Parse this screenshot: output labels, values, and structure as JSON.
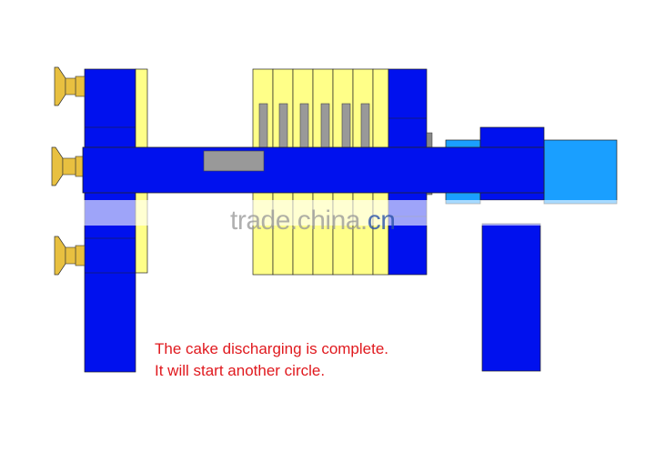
{
  "caption": {
    "line1": "The cake discharging is complete.",
    "line2": "It will start another circle."
  },
  "watermark": {
    "main": "trade.china.",
    "accent": "cn"
  },
  "colors": {
    "frame_blue": "#0011ee",
    "plate_yellow": "#ffff88",
    "plate_slot_gray": "#999999",
    "motor_cyan": "#1a9fff",
    "handwheel_gold": "#e8c040",
    "caption_red": "#e0191e",
    "outline": "#222222"
  }
}
